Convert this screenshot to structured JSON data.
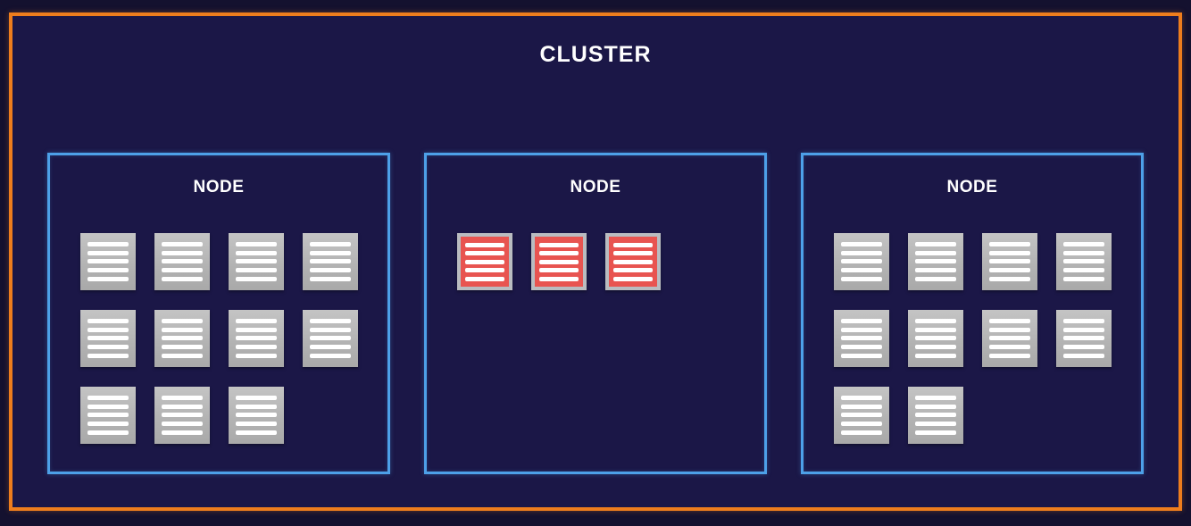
{
  "cluster": {
    "title": "CLUSTER"
  },
  "nodes": [
    {
      "title": "NODE",
      "pod_variant": "gray",
      "pod_rows": [
        4,
        4,
        3
      ]
    },
    {
      "title": "NODE",
      "pod_variant": "red",
      "pod_rows": [
        3
      ]
    },
    {
      "title": "NODE",
      "pod_variant": "gray",
      "pod_rows": [
        4,
        4,
        2
      ]
    }
  ],
  "icons": {
    "document_line_count": 5
  },
  "colors": {
    "outer_background": "#14112f",
    "cluster_background": "#1b1747",
    "cluster_border": "#ee7d1d",
    "node_border": "#4da0e8",
    "document_gray_fill": "#b8b8b8",
    "document_red_fill": "#e85450",
    "document_red_frame": "#b9bcc0",
    "document_line_color": "#ffffff",
    "title_color": "#ffffff"
  }
}
